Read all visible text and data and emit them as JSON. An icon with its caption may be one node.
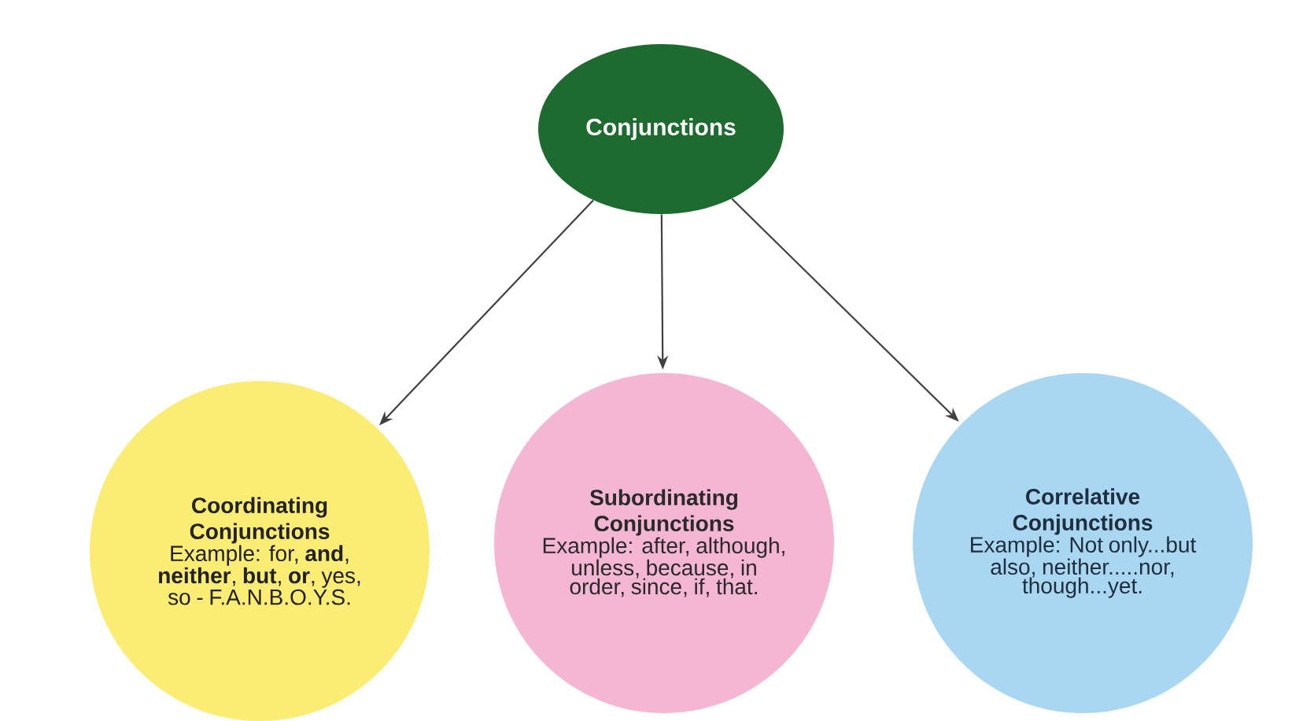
{
  "diagram": {
    "nodes": [
      {
        "text": [
          "Conjunctions"
        ]
      },
      {
        "text": [
          "Coordinating Conjunctions",
          "Example: for, **and**, **neither**, **but**, **or**, yes, so - F.A.N.B.O.Y.S."
        ]
      },
      {
        "text": [
          "Subordinating Conjunctions",
          "Example: after, although, unless, because, in order, since, if, that."
        ]
      },
      {
        "text": [
          "Correlative Conjunctions",
          "Example: Not only...but also, neither.....nor, though...yet."
        ]
      }
    ],
    "edges": [
      {
        "from": 0,
        "to": 1,
        "arrow": "to"
      },
      {
        "from": 0,
        "to": 2,
        "arrow": "to"
      },
      {
        "from": 0,
        "to": 3,
        "arrow": "to"
      }
    ]
  }
}
